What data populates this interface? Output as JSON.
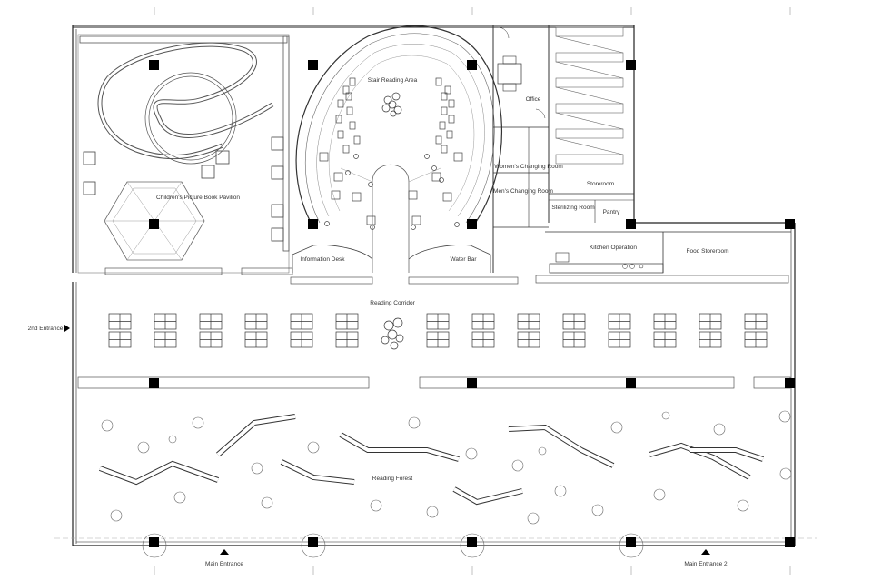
{
  "labels": {
    "stair_reading_area": "Stair Reading Area",
    "office": "Office",
    "childrens_pavilion": "Children's Picture Book Pavilion",
    "womens_changing": "Women's Changing Room",
    "mens_changing": "Men's Changing Room",
    "storeroom": "Storeroom",
    "sterilizing_room": "Sterilizing Room",
    "pantry": "Pantry",
    "kitchen_operation": "Kitchen Operation",
    "food_storeroom": "Food Storeroom",
    "information_desk": "Information Desk",
    "water_bar": "Water Bar",
    "reading_corridor": "Reading Corridor",
    "second_entrance": "2nd Entrance",
    "reading_forest": "Reading Forest",
    "main_entrance": "Main Entrance",
    "main_entrance_2": "Main Entrance 2"
  },
  "colors": {
    "line": "#222222",
    "column": "#000000",
    "light": "#888888"
  }
}
